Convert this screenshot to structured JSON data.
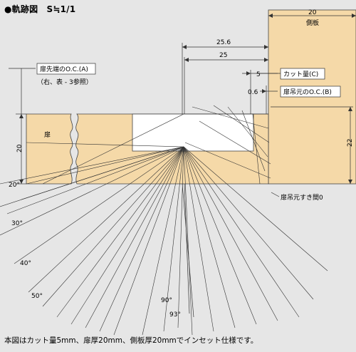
{
  "title": "●軌跡図　S≒1/1",
  "caption": "本図はカット量5mm、扉厚20mm、側板厚20mmでインセット仕様です。",
  "labels": {
    "door": "扉",
    "side_panel": "側板",
    "door_tip_oc": "扉先端のO.C.(A)",
    "door_tip_oc_note": "（右、表 - 3参照）",
    "cut_amount": "カット量(C)",
    "door_base_oc": "扉吊元のO.C.(B)",
    "door_gap": "扉吊元すき間0"
  },
  "dimensions": {
    "side_thickness": "20",
    "offset_1": "25.6",
    "offset_2": "25",
    "cut": "5",
    "oc_b": "0.6",
    "door_thickness": "20",
    "height_22": "22"
  },
  "angles": [
    "20°",
    "30°",
    "40°",
    "50°",
    "90°",
    "93°"
  ],
  "colors": {
    "background": "#e6e6e6",
    "panel_fill": "#f5d9a8",
    "label_box": "#ffffff",
    "line": "#333333"
  }
}
